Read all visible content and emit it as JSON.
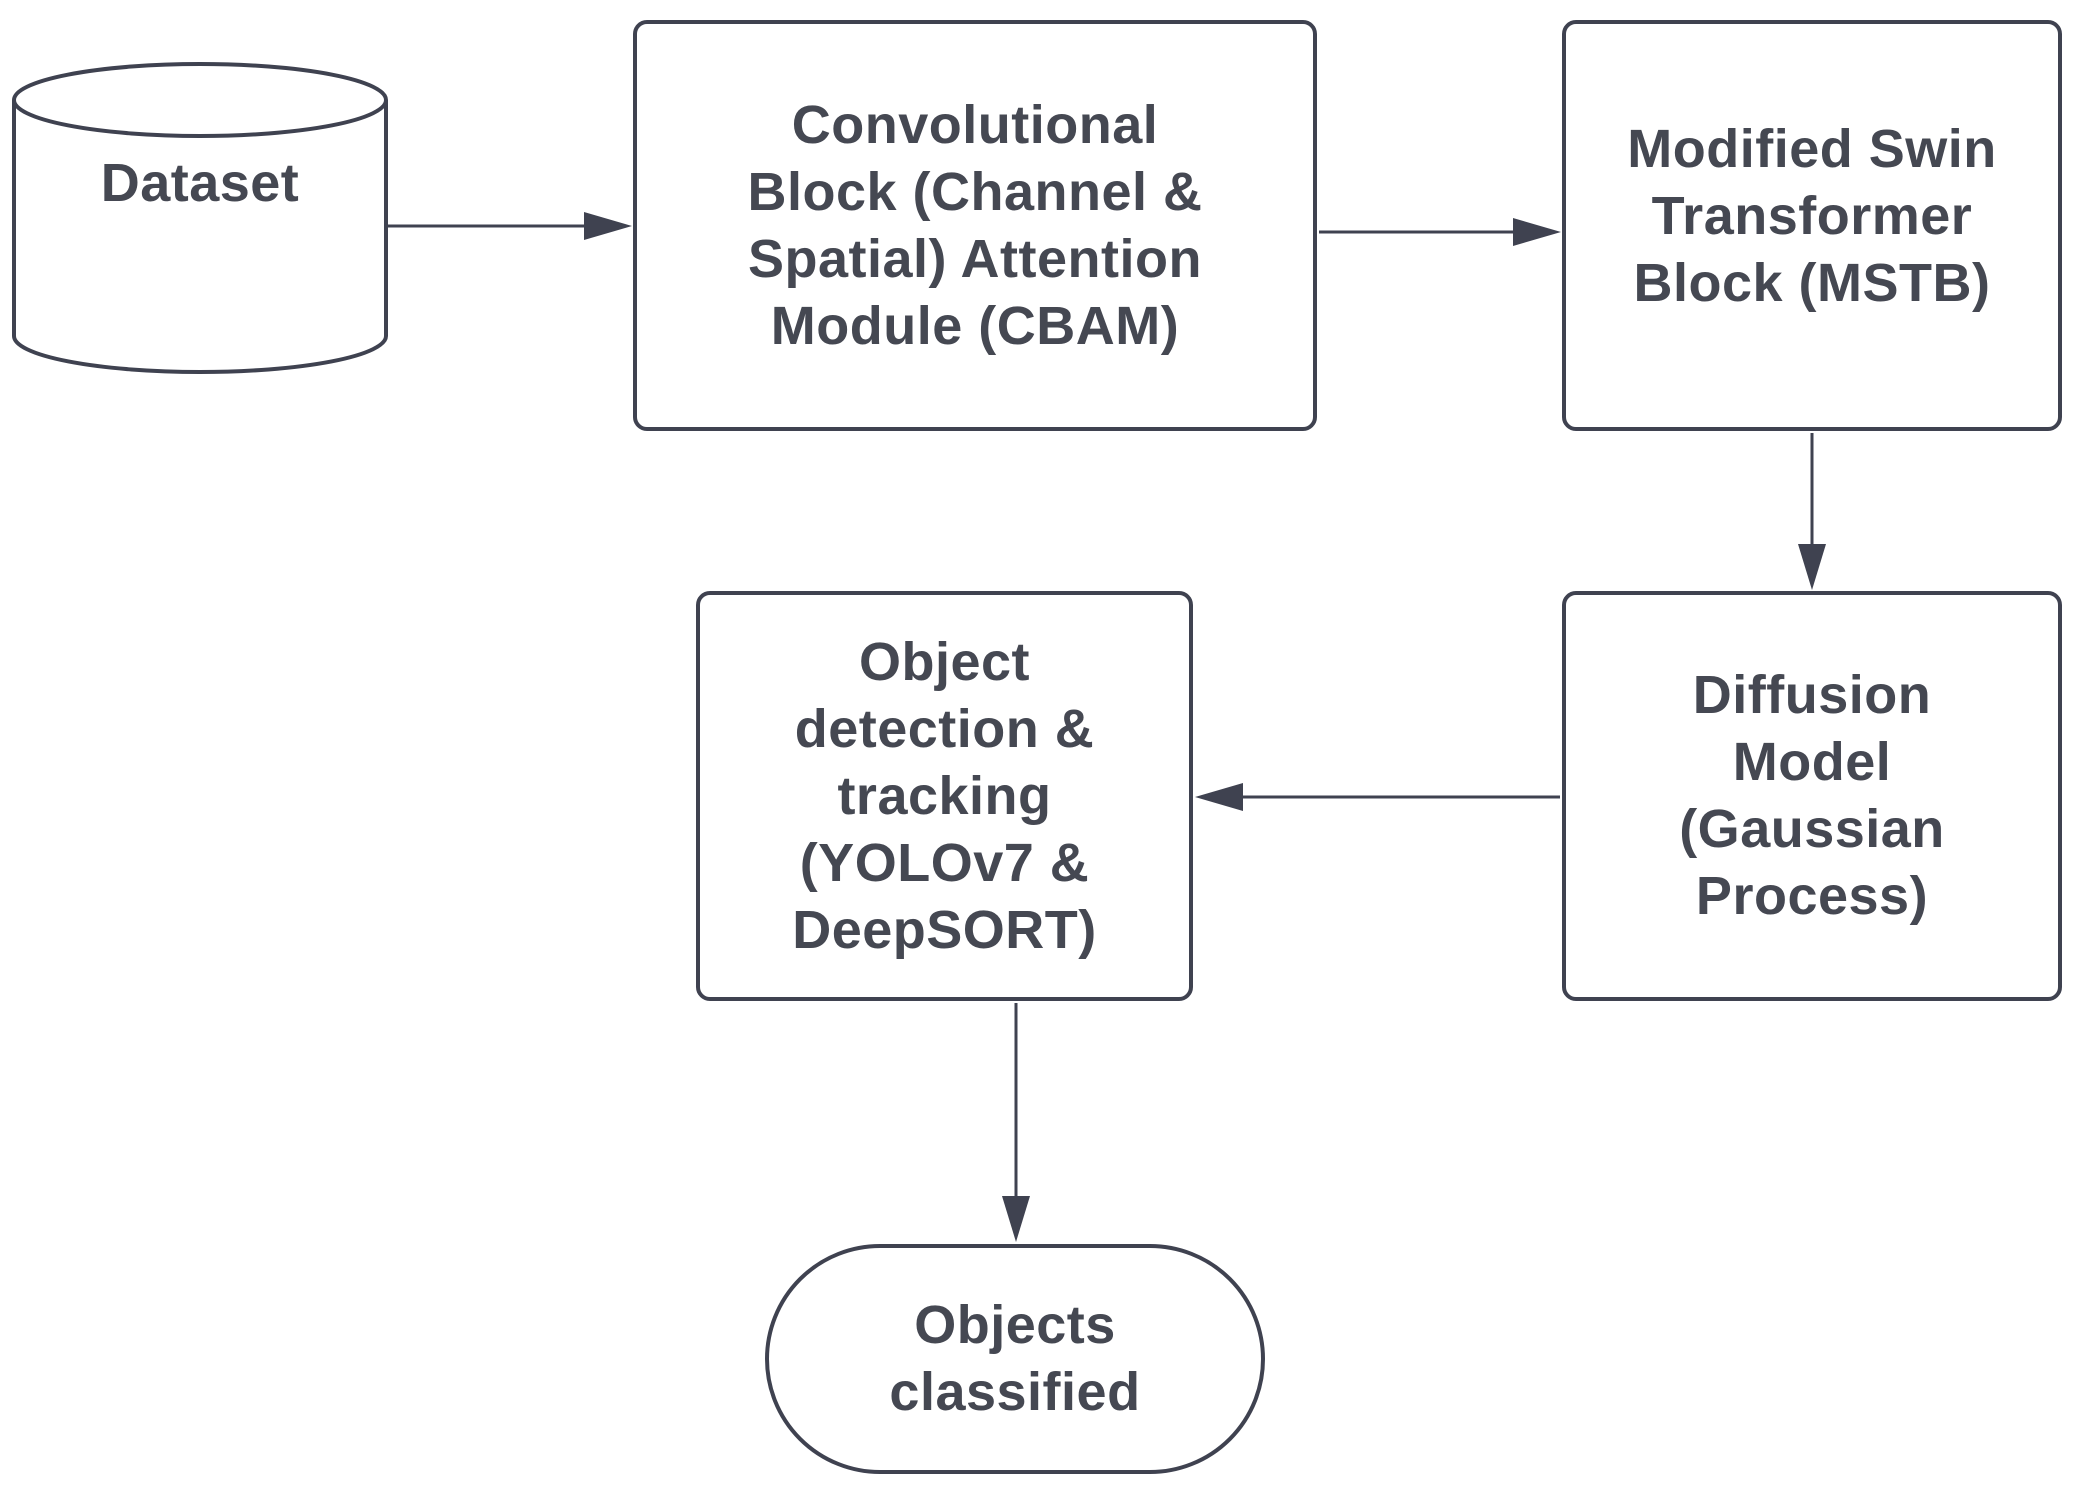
{
  "nodes": {
    "dataset": {
      "label": "Dataset",
      "shape": "database-cylinder"
    },
    "cbam": {
      "label": "Convolutional\nBlock (Channel &\nSpatial) Attention\nModule (CBAM)",
      "shape": "rounded-rectangle"
    },
    "mstb": {
      "label": "Modified Swin\nTransformer\nBlock (MSTB)",
      "shape": "rounded-rectangle"
    },
    "diffusion": {
      "label": "Diffusion\nModel\n(Gaussian\nProcess)",
      "shape": "rounded-rectangle"
    },
    "yolo": {
      "label": "Object\ndetection &\ntracking\n(YOLOv7 &\nDeepSORT)",
      "shape": "rounded-rectangle"
    },
    "objects": {
      "label": "Objects\nclassified",
      "shape": "terminator"
    }
  },
  "edges": [
    {
      "from": "dataset",
      "to": "cbam"
    },
    {
      "from": "cbam",
      "to": "mstb"
    },
    {
      "from": "mstb",
      "to": "diffusion"
    },
    {
      "from": "diffusion",
      "to": "yolo"
    },
    {
      "from": "yolo",
      "to": "objects"
    }
  ],
  "colors": {
    "stroke": "#3f4250",
    "text": "#454852",
    "background": "#ffffff"
  }
}
